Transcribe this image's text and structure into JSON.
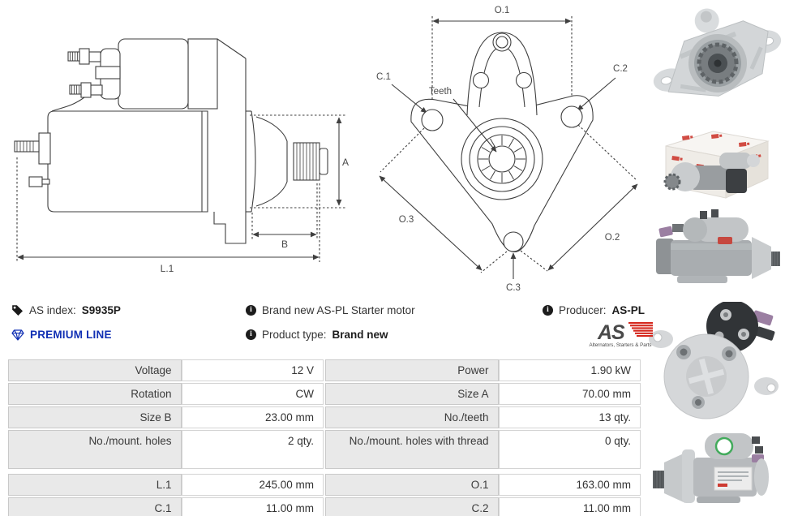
{
  "info": {
    "as_index_label": "AS index:",
    "as_index_value": "S9935P",
    "premium_line_label": "PREMIUM LINE",
    "description": "Brand new AS-PL Starter motor",
    "product_type_label": "Product type:",
    "product_type_value": "Brand new",
    "producer_label": "Producer:",
    "producer_value": "AS-PL",
    "info_glyph": "i"
  },
  "brand": {
    "logo_text": "AS",
    "logo_tagline": "Alternators, Starters & Parts"
  },
  "diagrams": {
    "side_view": {
      "dim_a": "A",
      "dim_b": "B",
      "dim_l1": "L.1"
    },
    "front_view": {
      "dim_o1": "O.1",
      "dim_o2": "O.2",
      "dim_o3": "O.3",
      "dim_c1": "C.1",
      "dim_c2": "C.2",
      "dim_c3": "C.3",
      "teeth_label": "Teeth"
    }
  },
  "photos": [
    "starter-drive-end-angled-view",
    "packaging-box-with-starter",
    "starter-side-view",
    "starter-solenoid-rear-view",
    "starter-side-view-alt"
  ],
  "spec_table": {
    "rows": [
      {
        "label_left": "Voltage",
        "value_left": "12 V",
        "label_right": "Power",
        "value_right": "1.90 kW"
      },
      {
        "label_left": "Rotation",
        "value_left": "CW",
        "label_right": "Size A",
        "value_right": "70.00 mm"
      },
      {
        "label_left": "Size B",
        "value_left": "23.00 mm",
        "label_right": "No./teeth",
        "value_right": "13 qty."
      },
      {
        "label_left": "No./mount. holes",
        "value_left": "2 qty.",
        "label_right": "No./mount. holes with thread",
        "value_right": "0 qty."
      },
      {
        "label_left": "L.1",
        "value_left": "245.00 mm",
        "label_right": "O.1",
        "value_right": "163.00 mm"
      },
      {
        "label_left": "C.1",
        "value_left": "11.00 mm",
        "label_right": "C.2",
        "value_right": "11.00 mm"
      }
    ]
  },
  "colors": {
    "premium_blue": "#1130b4",
    "brand_red": "#d5281e",
    "table_label_bg": "#e9e9e9",
    "table_border": "#c9c9c9",
    "drawing_stroke": "#3f3f3f"
  }
}
